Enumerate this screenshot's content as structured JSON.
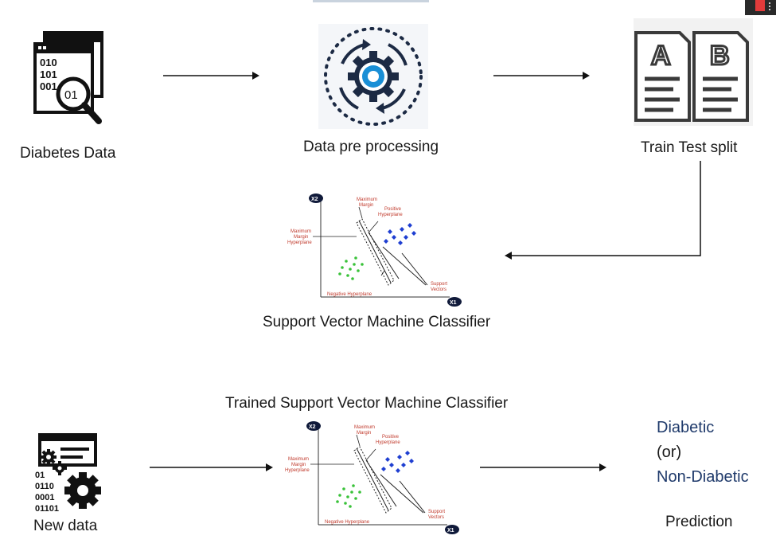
{
  "steps": {
    "diabetes_data": "Diabetes Data",
    "preprocessing": "Data pre processing",
    "split": "Train Test split",
    "svm": "Support Vector Machine Classifier"
  },
  "bottom": {
    "trained_title": "Trained Support Vector Machine Classifier",
    "new_data": "New data",
    "prediction": "Prediction",
    "outcome_positive": "Diabetic",
    "outcome_or": "(or)",
    "outcome_negative": "Non-Diabetic"
  },
  "svm_plot": {
    "x_axis": "X1",
    "y_axis": "X2",
    "max_margin_line1": "Maximum",
    "max_margin_line2": "Margin",
    "pos_hyper_line1": "Positive",
    "pos_hyper_line2": "Hyperplane",
    "mmh_line1": "Maximum",
    "mmh_line2": "Margin",
    "mmh_line3": "Hyperplane",
    "support_line1": "Support",
    "support_line2": "Vectors",
    "neg_hyper": "Negative Hyperplane"
  },
  "icons": {
    "data_search": "data-search-icon",
    "gear_cycle": "gear-cycle-icon",
    "doc_a": "document-a-icon",
    "doc_b": "document-b-icon",
    "new_data": "new-data-gears-icon"
  },
  "colors": {
    "annotation_red": "#c0392b",
    "positive_points": "#1f3fd1",
    "negative_points": "#39c239",
    "gear_blue": "#1a8fd6",
    "axis_badge": "#101a3a",
    "outcome_blue": "#1f3a6b"
  },
  "data_icon_text": {
    "row1": "010",
    "row2": "101",
    "row3": "001",
    "lens": "01"
  },
  "new_data_icon_text": {
    "row1": "01",
    "row2": "0110",
    "row3": "0001",
    "row4": "01101"
  },
  "doc_letters": {
    "a": "A",
    "b": "B"
  }
}
